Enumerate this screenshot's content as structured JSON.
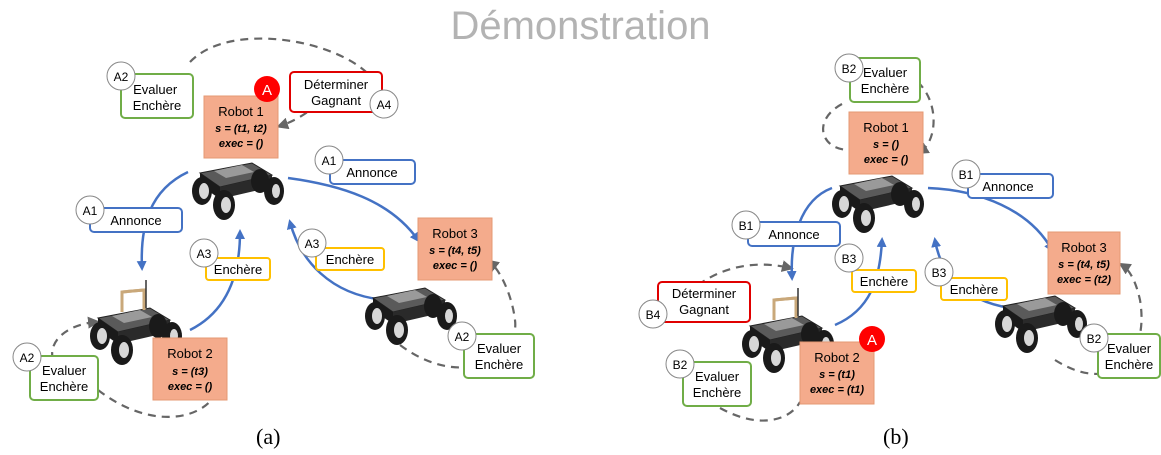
{
  "title": "Démonstration",
  "colors": {
    "robot_box": "#f4ab8c",
    "announce": "#4472c4",
    "bid": "#ffc000",
    "evaluate": "#70ad47",
    "winner": "#e00000",
    "arrow": "#4472c4",
    "dashed": "#666666",
    "badge": "#ff0000"
  },
  "panel_a": {
    "caption": "(a)",
    "robots": [
      {
        "name": "Robot 1",
        "s": "s = (t1, t2)",
        "exec": "exec = ()",
        "badge": "A"
      },
      {
        "name": "Robot 2",
        "s": "s = (t3)",
        "exec": "exec = ()"
      },
      {
        "name": "Robot 3",
        "s": "s = (t4, t5)",
        "exec": "exec = ()"
      }
    ],
    "labels": [
      {
        "circle": "A1",
        "text": "Annonce",
        "kind": "announce"
      },
      {
        "circle": "A1",
        "text": "Annonce",
        "kind": "announce"
      },
      {
        "circle": "A3",
        "text": "Enchère",
        "kind": "bid"
      },
      {
        "circle": "A3",
        "text": "Enchère",
        "kind": "bid"
      },
      {
        "circle": "A2",
        "text": "Evaluer Enchère",
        "kind": "evaluate"
      },
      {
        "circle": "A2",
        "text": "Evaluer Enchère",
        "kind": "evaluate"
      },
      {
        "circle": "A2",
        "text": "Evaluer Enchère",
        "kind": "evaluate"
      },
      {
        "circle": "A4",
        "text": "Déterminer Gagnant",
        "kind": "winner"
      }
    ]
  },
  "panel_b": {
    "caption": "(b)",
    "robots": [
      {
        "name": "Robot 1",
        "s": "s = ()",
        "exec": "exec = ()"
      },
      {
        "name": "Robot 2",
        "s": "s = (t1)",
        "exec": "exec = (t1)",
        "badge": "A"
      },
      {
        "name": "Robot 3",
        "s": "s = (t4, t5)",
        "exec": "exec = (t2)"
      }
    ],
    "labels": [
      {
        "circle": "B1",
        "text": "Annonce",
        "kind": "announce"
      },
      {
        "circle": "B1",
        "text": "Annonce",
        "kind": "announce"
      },
      {
        "circle": "B3",
        "text": "Enchère",
        "kind": "bid"
      },
      {
        "circle": "B3",
        "text": "Enchère",
        "kind": "bid"
      },
      {
        "circle": "B2",
        "text": "Evaluer Enchère",
        "kind": "evaluate"
      },
      {
        "circle": "B2",
        "text": "Evaluer Enchère",
        "kind": "evaluate"
      },
      {
        "circle": "B2",
        "text": "Evaluer Enchère",
        "kind": "evaluate"
      },
      {
        "circle": "B4",
        "text": "Déterminer Gagnant",
        "kind": "winner"
      }
    ]
  }
}
